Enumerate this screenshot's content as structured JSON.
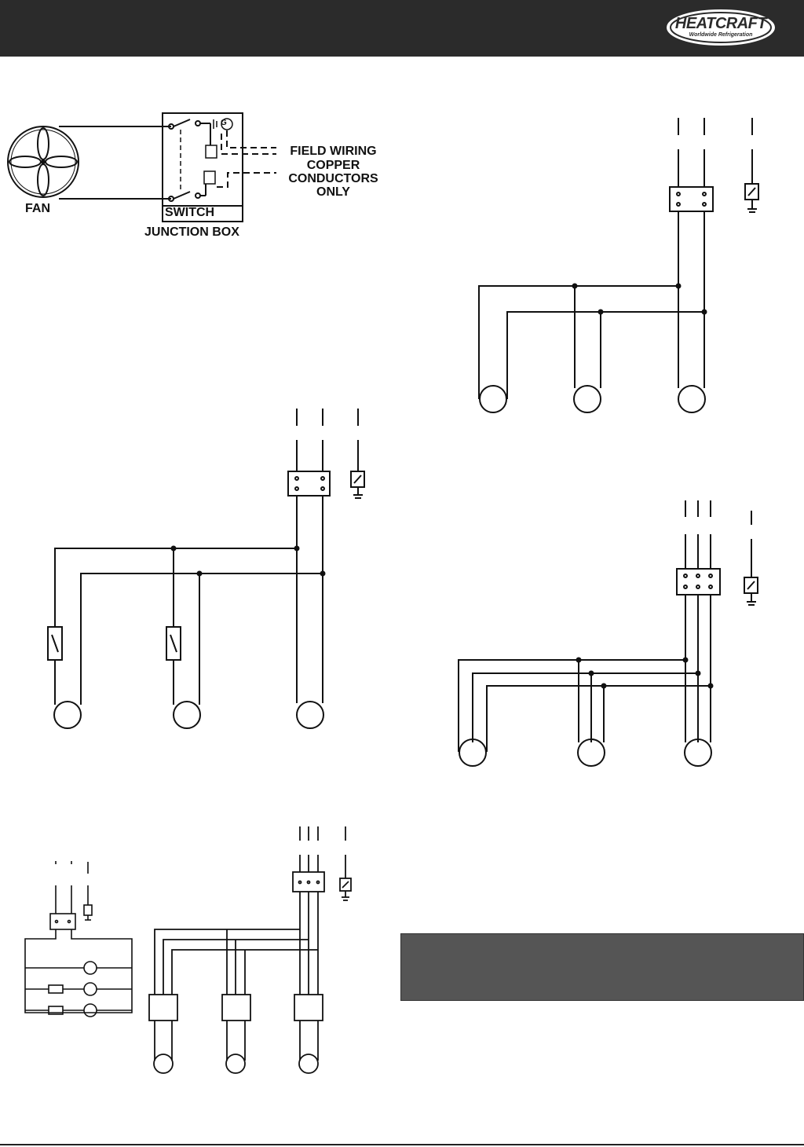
{
  "header": {
    "brand": "HEATCRAFT",
    "tagline": "Worldwide Refrigeration",
    "background_color": "#2b2b2b"
  },
  "fan_diagram": {
    "fan_label": "FAN",
    "switch_label": "SWITCH",
    "junction_box_label": "JUNCTION BOX",
    "field_wiring_lines": [
      "FIELD WIRING",
      "COPPER",
      "CONDUCTORS",
      "ONLY"
    ],
    "ground_symbol": "G"
  },
  "wiring_diagrams": [
    {
      "id": "single-phase-three-motors",
      "motors": 3,
      "supply_lines": 2,
      "ground": true
    },
    {
      "id": "single-phase-with-thermal-protectors",
      "motors": 3,
      "supply_lines": 2,
      "ground": true
    },
    {
      "id": "three-phase-three-motors",
      "motors": 3,
      "supply_lines": 3,
      "ground": true
    },
    {
      "id": "small-schematic",
      "motors": 3,
      "supply_lines": 2,
      "ground": true
    },
    {
      "id": "three-phase-with-protectors",
      "motors": 3,
      "supply_lines": 3,
      "ground": true
    }
  ],
  "note_box": {
    "color": "#555555"
  }
}
